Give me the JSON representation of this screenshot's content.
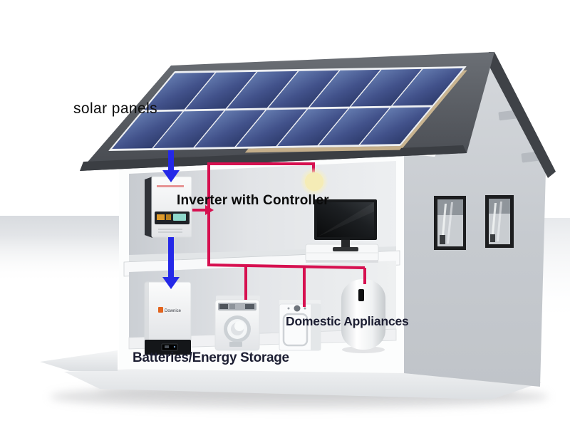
{
  "diagram": {
    "type": "solar-home-energy-system",
    "labels": {
      "solar_panels": "solar panels",
      "inverter": "Inverter with Controller",
      "domestic_appliances": "Domestic Appliances",
      "battery_storage": "Batteries/Energy Storage"
    },
    "battery_logo_text": "Downice",
    "solar_array": {
      "rows": 2,
      "columns": 7
    },
    "components": [
      "solar panel array",
      "roof",
      "inverter with controller",
      "ceiling light bulb",
      "television",
      "media console",
      "battery energy storage unit",
      "washing machine",
      "dryer",
      "water heater",
      "two-storey house cutaway",
      "side windows"
    ],
    "flows": [
      {
        "from": "solar panels",
        "to": "inverter with controller",
        "style": "blue arrow"
      },
      {
        "from": "inverter with controller",
        "to": "batteries/energy storage",
        "style": "blue arrow"
      },
      {
        "from": "inverter with controller",
        "to": "house wiring",
        "style": "red arrow"
      },
      {
        "from": "house wiring",
        "to": "ceiling light bulb",
        "style": "red wire"
      },
      {
        "from": "house wiring",
        "to": "washing machine",
        "style": "red wire"
      },
      {
        "from": "house wiring",
        "to": "dryer",
        "style": "red wire"
      },
      {
        "from": "house wiring",
        "to": "water heater",
        "style": "red wire"
      }
    ],
    "colors": {
      "wire_red": "#d61050",
      "arrow_blue": "#2428e8",
      "roof_gray": "#565a60",
      "roof_fascia": "#3b3e43",
      "panel_blue_dark": "#334272",
      "panel_blue_light": "#6379ae",
      "panel_frame_tan": "#c9b490",
      "wall_gray": "#c9cdd2",
      "label_black": "#0d0d0d",
      "label_navy": "#1d1f33",
      "bulb_glow": "#f5ecb6",
      "battery_logo_orange": "#e2641e"
    }
  }
}
